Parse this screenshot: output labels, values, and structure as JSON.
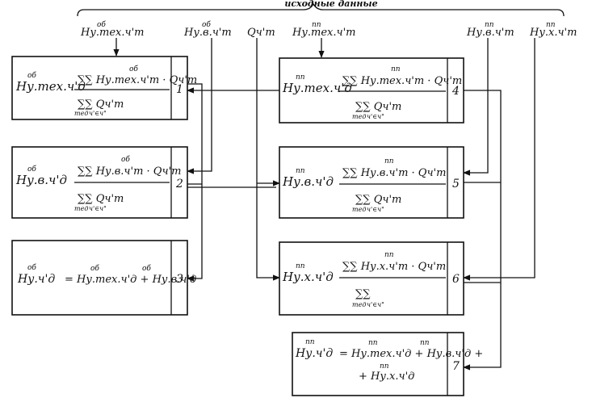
{
  "header": "исходные данные",
  "inputs": [
    "Hу.тех.ч'т",
    "Hу.в.ч'т",
    "Qч'т",
    "Hу.тех.ч'т",
    "Hу.в.ч'т",
    "Hу.х.ч'т"
  ],
  "input_superscripts": [
    "об",
    "об",
    "",
    "пп",
    "пп",
    "пп"
  ],
  "blocks": [
    {
      "number": "1",
      "lhs": "Hу.тех.ч'д",
      "lhs_sup": "об",
      "numerator": "∑∑ Hу.тех.ч'т · Qч'т",
      "numerator_sup": "об",
      "denominator": "∑∑ Qч'т",
      "sum_index_1": "тед",
      "sum_index_2": "ч'∈ч\""
    },
    {
      "number": "2",
      "lhs": "Hу.в.ч'д",
      "lhs_sup": "об",
      "numerator": "∑∑ Hу.в.ч'т · Qч'т",
      "numerator_sup": "об",
      "denominator": "∑∑ Qч'т",
      "sum_index_1": "тед",
      "sum_index_2": "ч'∈ч\""
    },
    {
      "number": "3",
      "lhs": "Hу.ч'д",
      "lhs_sup": "об",
      "rhs": "= Hу.тех.ч'д + Hу.в.ч'д",
      "rhs_sup_1": "об",
      "rhs_sup_2": "об"
    },
    {
      "number": "4",
      "lhs": "Hу.тех.ч'д",
      "lhs_sup": "пп",
      "numerator": "∑∑ Hу.тех.ч'т · Qч'т",
      "numerator_sup": "пп",
      "denominator": "∑∑ Qч'т",
      "sum_index_1": "тед",
      "sum_index_2": "ч'∈ч\""
    },
    {
      "number": "5",
      "lhs": "Hу.в.ч'д",
      "lhs_sup": "пп",
      "numerator": "∑∑ Hу.в.ч'т · Qч'т",
      "numerator_sup": "пп",
      "denominator": "∑∑ Qч'т",
      "sum_index_1": "тед",
      "sum_index_2": "ч'∈ч\""
    },
    {
      "number": "6",
      "lhs": "Hу.х.ч'д",
      "lhs_sup": "пп",
      "numerator": "∑∑ Hу.х.ч'т · Qч'т",
      "numerator_sup": "пп",
      "denominator": "∑∑",
      "sum_index_1": "тед",
      "sum_index_2": "ч'∈ч\""
    },
    {
      "number": "7",
      "lhs": "Hу.ч'д",
      "lhs_sup": "пп",
      "rhs_line1": "= Hу.тех.ч'д + Hу.в.ч'д +",
      "rhs_line2": "+ Hу.х.ч'д",
      "rhs_sup_1": "пп",
      "rhs_sup_2": "пп",
      "rhs_sup_3": "пп"
    }
  ]
}
